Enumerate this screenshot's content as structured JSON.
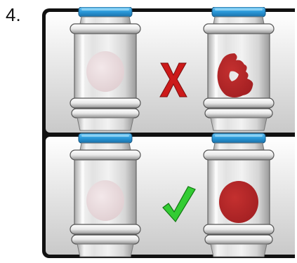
{
  "step_number": "4.",
  "panels": [
    {
      "name": "incorrect",
      "mark": "cross-icon",
      "mark_color": "#cc1a1a",
      "left_vial_spot": "pale-pink-uniform",
      "right_vial_spot": "red-patchy-uneven"
    },
    {
      "name": "correct",
      "mark": "checkmark-icon",
      "mark_color": "#22bb22",
      "left_vial_spot": "pale-pink-uniform",
      "right_vial_spot": "red-uniform"
    }
  ],
  "colors": {
    "cap": "#2a98d8",
    "cap_dark": "#1a6fa8",
    "pale_spot": "#e9dadc",
    "red_spot": "#b8262a",
    "frame": "#111111"
  }
}
